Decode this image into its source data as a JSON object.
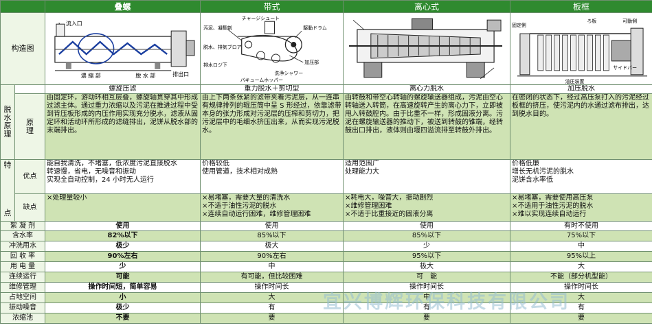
{
  "headers": [
    "叠螺",
    "带式",
    "离心式",
    "板框"
  ],
  "labels": {
    "structure": "构造图",
    "principle_outer": "脱水原理",
    "principle_inner": "原理",
    "features_top": "特",
    "features_bottom": "点",
    "pros": "优点",
    "cons": "缺点"
  },
  "diagram_text": {
    "screw_inlet": "流入口",
    "screw_outlet": "排出口",
    "screw_thicken": "濃 縮 部",
    "screw_dewater": "脫 水 部",
    "belt_chute": "チャージシュート",
    "belt_press_top": "汚泥、凝集剤",
    "belt_roller": "駆動ドラム",
    "belt_dewater": "脱水、排気ブロア",
    "belt_drain": "排水ロジ下",
    "belt_wash": "洗浄シャワー",
    "belt_hopper": "バキュームホッパー",
    "belt_pressure": "加压部",
    "filter_stand": "固定側",
    "filter_plate": "ろ板",
    "filter_frame": "サイドバー",
    "filter_end": "可動側",
    "filter_cyl": "油圧装置"
  },
  "principle_titles": [
    "螺旋压滤",
    "重力脱水＋剪切型",
    "离心力脱水",
    "加压脱水"
  ],
  "principles": [
    "由固定环，游动环相互层叠，螺旋轴贯穿其中形成过滤主体。通过重力浓缩以及污泥在推进过程中受到背压板形成的内压作用实现充分脱水，滤液从固定环和活动环所形成的滤缝排出，泥饼从脱水部的末端排出。",
    "由上下两条张紧的滤带夹着污泥层，从一连串有规律排列的辊压筒中呈 S 形经过，依靠滤带本身的张力形成对污泥层的压榨和剪切力，把污泥层中的毛细水挤压出来，从而实现污泥脱水。",
    "由转鼓和带空心转轴的螺旋输送器组成，污泥由空心转轴送入转筒，在高速旋转产生的离心力下，立即被甩入转鼓腔内。由于比重不一样，形成固液分离。污泥在螺旋输送器的推动下，被送到转鼓的锥端，经转鼓出口排出，液体则由堰四溢流排至转鼓外排出。",
    "在密闭的状态下，经过高压泵打入的污泥经过板框的挤压，使污泥内的水通过滤布排出，达到脱水目的。"
  ],
  "pros": [
    "能自我清洗，不堵塞，低浓度污泥直接脱水\n转速慢，省电，无噪音和振动\n实现全自动控制，24 小时无人运行",
    "价格较低\n使用管道，技术相对成熟",
    "适用范围广\n处理能力大",
    "价格低廉\n增长无机污泥的脱水\n泥饼含水率低"
  ],
  "cons": [
    "×处理量较小",
    "×易堵塞，需要大量的清洗水\n×不适于油性污泥的脱水\n×连续自动运行困难，维修管理困难",
    "×耗电大，噪音大，振动剧烈\n×维修管理困难\n×不适于比重接近的固液分离",
    "×易堵塞，需要使用高压泵\n×不适用于油性污泥的脱水\n×难以实现连续自动运行"
  ],
  "rows": [
    {
      "label": "絮 凝 剂",
      "values": [
        "使用",
        "使用",
        "使用",
        "有时不使用"
      ]
    },
    {
      "label": "含水率",
      "values": [
        "82%以下",
        "85%以下",
        "85%以下",
        "75%以下"
      ]
    },
    {
      "label": "冲洗用水",
      "values": [
        "极少",
        "极大",
        "少",
        "中"
      ]
    },
    {
      "label": "回 收 率",
      "values": [
        "90%左右",
        "90%左右",
        "95%以下",
        "95%以上"
      ]
    },
    {
      "label": "用 电 量",
      "values": [
        "少",
        "中",
        "极大",
        "大"
      ]
    },
    {
      "label": "连续运行",
      "values": [
        "可能",
        "有可能，但比较困难",
        "可　能",
        "不能（部分机型能）"
      ]
    },
    {
      "label": "维修管理",
      "values": [
        "操作时间短，简单容易",
        "操作时间长",
        "操作时间长",
        "操作时间长"
      ]
    },
    {
      "label": "占地空间",
      "values": [
        "小",
        "大",
        "中",
        "大"
      ]
    },
    {
      "label": "振动噪音",
      "values": [
        "极少",
        "有",
        "有",
        "有"
      ]
    },
    {
      "label": "浓缩池",
      "values": [
        "不要",
        "要",
        "要",
        "要"
      ]
    }
  ],
  "watermark": "宜兴博辉环保科技有限公司"
}
